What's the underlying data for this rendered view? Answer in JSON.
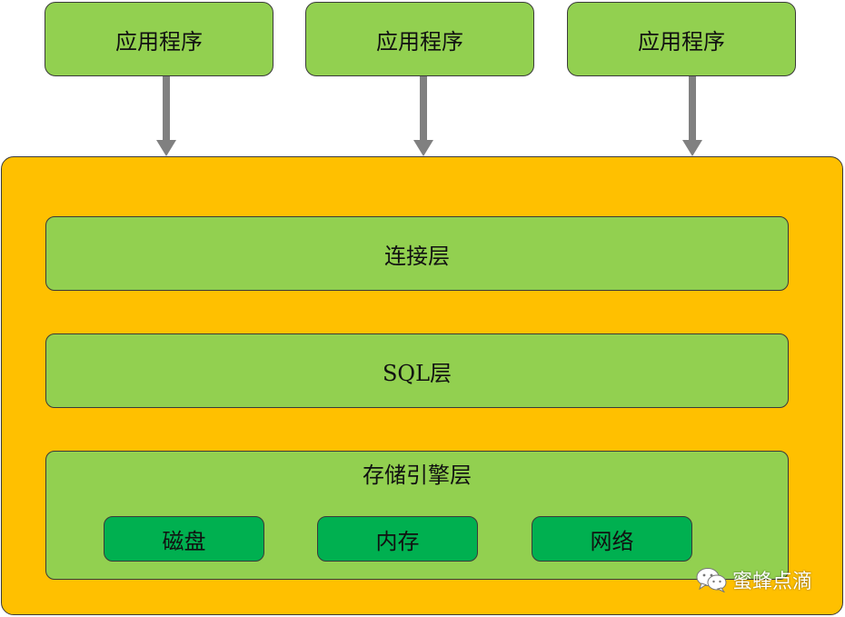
{
  "applications": [
    "应用程序",
    "应用程序",
    "应用程序"
  ],
  "layers": {
    "connection": "连接层",
    "sql": "SQL层",
    "storage_engine": "存储引擎层"
  },
  "storage_media": [
    "磁盘",
    "内存",
    "网络"
  ],
  "watermark": {
    "text": "蜜蜂点滴",
    "icon": "wechat-icon"
  },
  "colors": {
    "application_fill": "#92d050",
    "layer_fill": "#92d050",
    "server_fill": "#ffc000",
    "storage_fill": "#00b050",
    "arrow": "#808080"
  }
}
